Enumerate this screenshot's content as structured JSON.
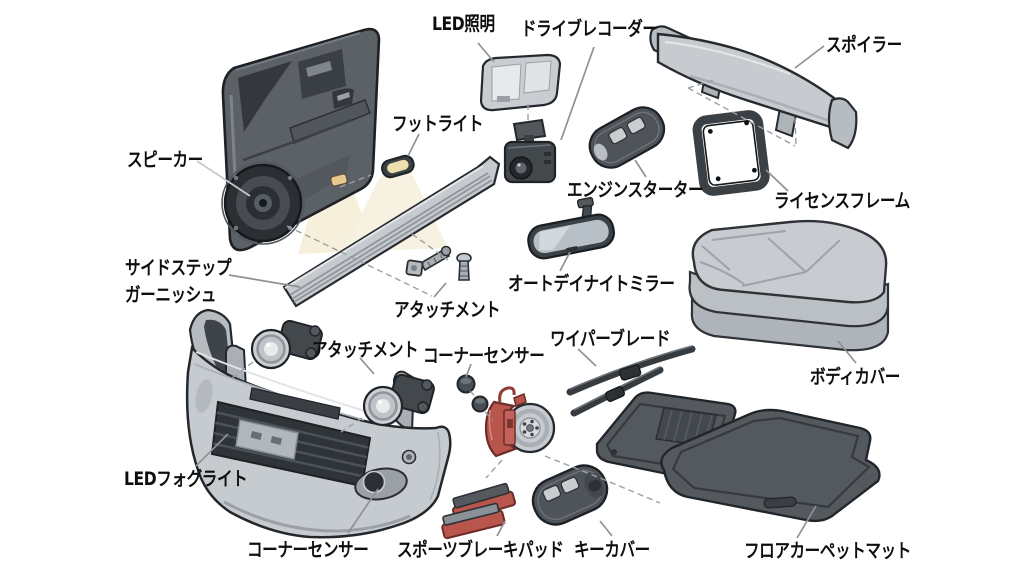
{
  "labels": {
    "speaker": "スピーカー",
    "led_lighting": "LED照明",
    "drive_recorder": "ドライブレコーダー",
    "spoiler": "スポイラー",
    "foot_light": "フットライト",
    "engine_starter": "エンジンスターター",
    "license_frame": "ライセンスフレーム",
    "side_step_line1": "サイドステップ",
    "side_step_line2": "ガーニッシュ",
    "attachment_screws": "アタッチメント",
    "auto_day_night_mirror": "オートデイナイトミラー",
    "attachment_fog": "アタッチメント",
    "corner_sensor_upper": "コーナーセンサー",
    "wiper_blade": "ワイパーブレード",
    "body_cover": "ボディカバー",
    "led_fog_light": "LEDフォグライト",
    "corner_sensor_lower": "コーナーセンサー",
    "sports_brake_pad": "スポーツブレーキパッド",
    "key_cover": "キーカバー",
    "floor_carpet_mat": "フロアカーペットマット"
  },
  "colors": {
    "background": "#ffffff",
    "label_text": "#0e0e0e",
    "outline": "#24282c",
    "part_light_gray": "#c7cbcf",
    "part_mid_gray": "#a9afb4",
    "part_dark_gray": "#4e5358",
    "part_darkest": "#33383c",
    "brake_red": "#b8554c",
    "warm_beam": "#f5efdc",
    "leader_line": "#8d9297"
  }
}
